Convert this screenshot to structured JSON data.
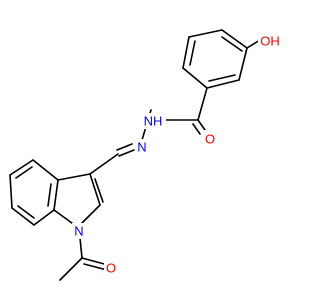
{
  "structure": {
    "atoms": {
      "oh": "OH",
      "nh": "NH",
      "n_hydrazone": "N",
      "o_amide": "O",
      "n_indole": "N",
      "o_acetyl": "O"
    },
    "colors": {
      "bond": "#000000",
      "oxygen": "#ff0000",
      "nitrogen": "#0000ff"
    }
  }
}
